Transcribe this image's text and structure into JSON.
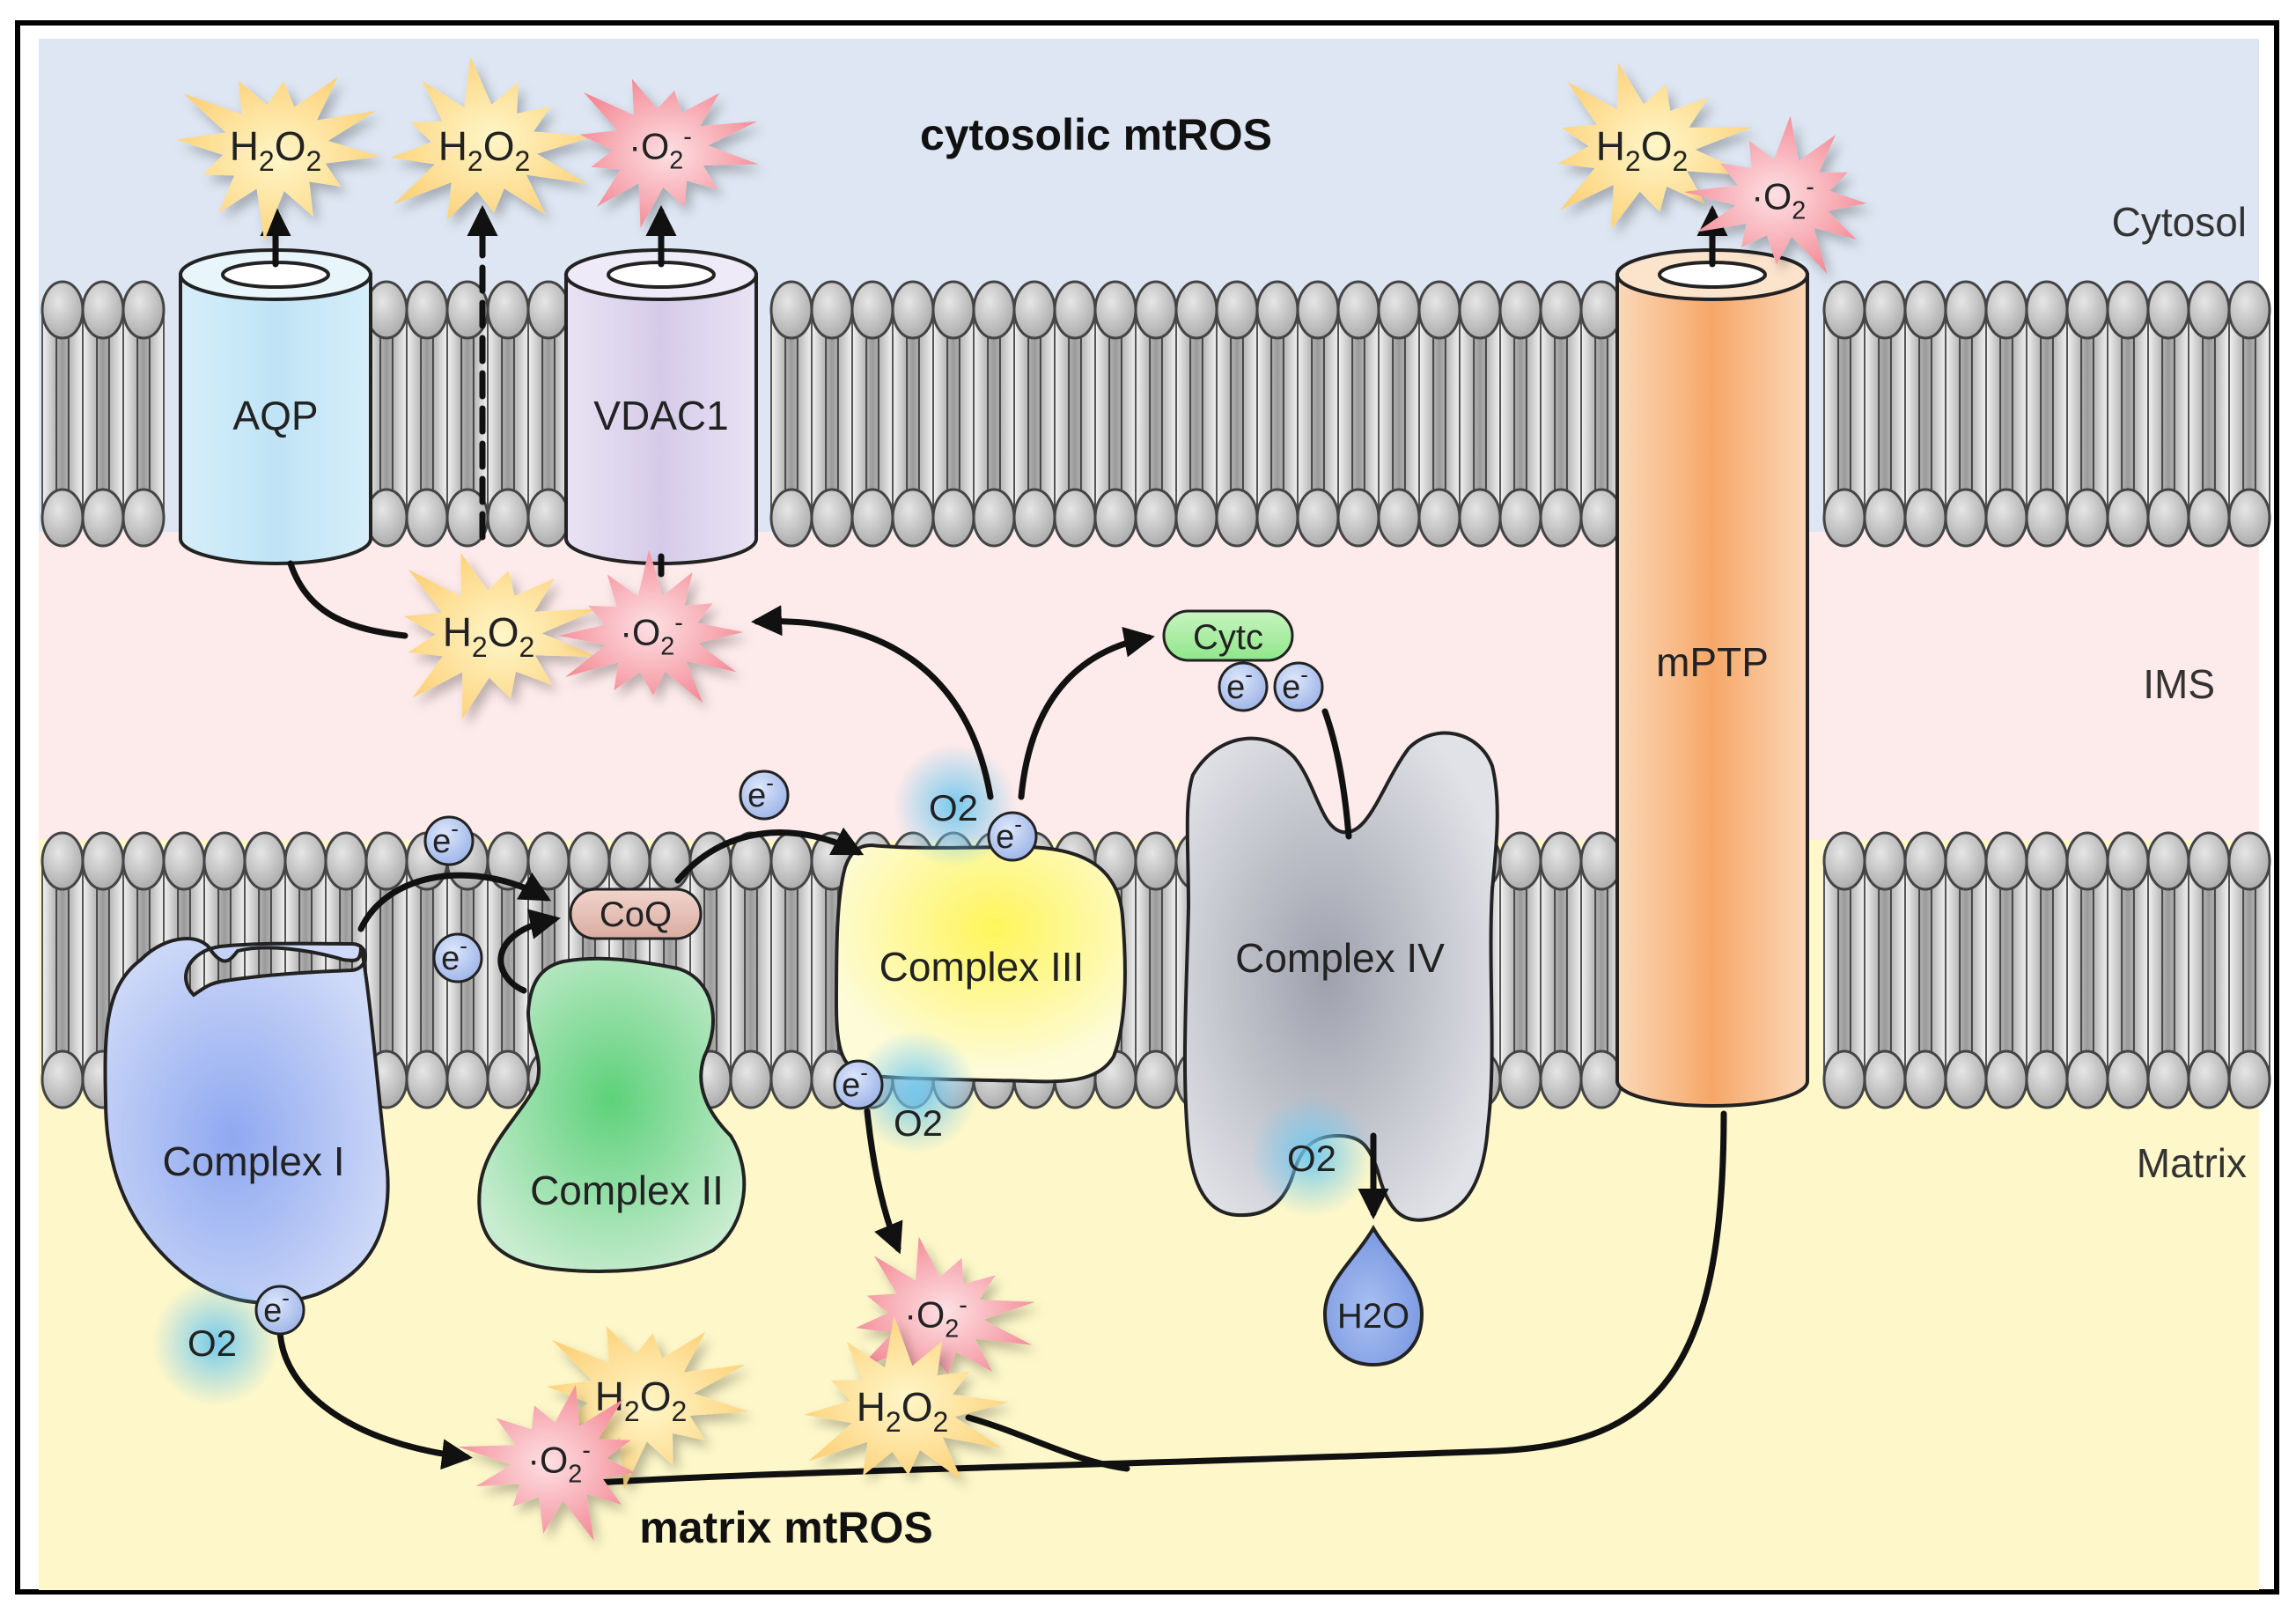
{
  "title": "cytosolic mtROS",
  "bottom_title": "matrix mtROS",
  "regions": {
    "cytosol": "Cytosol",
    "ims": "IMS",
    "matrix": "Matrix"
  },
  "channels": {
    "aqp": "AQP",
    "vdac1": "VDAC1",
    "mptp": "mPTP"
  },
  "complexes": {
    "c1": "Complex I",
    "c2": "Complex II",
    "c3": "Complex III",
    "c4": "Complex IV"
  },
  "carriers": {
    "coq": "CoQ",
    "cytc": "Cytc"
  },
  "species": {
    "h2o2": "H2O2",
    "superoxide": "·O2-",
    "o2": "O2",
    "h2o": "H2O",
    "electron": "e-"
  },
  "colors": {
    "cytosol": "#dde6f2",
    "ims": "#fdeaea",
    "matrix": "#fdf7c9",
    "membrane_head": "#c8c8c8",
    "aqp": "#cfeaf8",
    "vdac1": "#e2daf0",
    "mptp": "#f8c090",
    "complex1": "#b9c9f2",
    "complex2": "#a9dcb0",
    "complex3": "#fdf8b0",
    "complex4": "#c9cbd3",
    "h2o2_burst": "#fde39a",
    "superoxide_burst": "#f7a0a8",
    "electron": "#b9cdf2",
    "o2_glow": "#7fd0f0"
  }
}
